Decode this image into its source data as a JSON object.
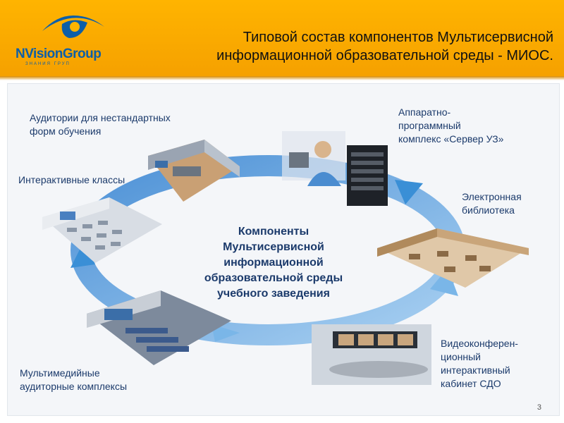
{
  "header": {
    "title_line1": "Типовой состав компонентов  Мультисервисной",
    "title_line2": "информационной образовательной среды - МИОС."
  },
  "logo": {
    "text": "NVisionGroup",
    "tagline": "ЗНАНИЯ ГРУП"
  },
  "center": {
    "line1": "Компоненты",
    "line2": "Мультисервисной",
    "line3": "информационной",
    "line4": "образовательной среды",
    "line5": "учебного заведения"
  },
  "components": [
    {
      "line1": "Аудитории для нестандартных",
      "line2": "форм обучения"
    },
    {
      "line1": "Интерактивные классы"
    },
    {
      "line1": "Аппаратно-",
      "line2": "программный",
      "line3": "комплекс «Сервер УЗ»"
    },
    {
      "line1": "Электронная",
      "line2": "библиотека"
    },
    {
      "line1": "Видеоконферен-",
      "line2": "ционный",
      "line3": "интерактивный",
      "line4": "кабинет СДО"
    },
    {
      "line1": "Мультимедийные",
      "line2": "аудиторные комплексы"
    }
  ],
  "page_number": "3",
  "colors": {
    "header": "#ffb400",
    "ring": "#3a8fd6",
    "text": "#1b3a6b",
    "logo": "#0d5fa8"
  }
}
